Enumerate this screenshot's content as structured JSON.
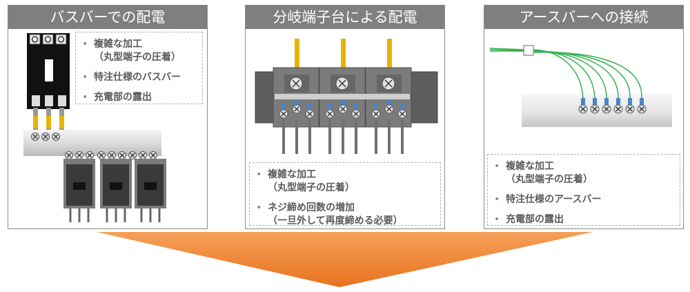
{
  "panels": [
    {
      "title": "バスバーでの配電",
      "notes": [
        {
          "line1": "複雑な加工",
          "line2": "（丸型端子の圧着）"
        },
        {
          "line1": "特注仕様のバスバー",
          "line2": ""
        },
        {
          "line1": "充電部の露出",
          "line2": ""
        }
      ]
    },
    {
      "title": "分岐端子台による配電",
      "notes": [
        {
          "line1": "複雑な加工",
          "line2": "（丸型端子の圧着）"
        },
        {
          "line1": "ネジ締め回数の増加",
          "line2": "（一旦外して再度締める必要）"
        }
      ]
    },
    {
      "title": "アースバーへの接続",
      "notes": [
        {
          "line1": "複雑な加工",
          "line2": "（丸型端子の圧着）"
        },
        {
          "line1": "特注仕様のアースバー",
          "line2": ""
        },
        {
          "line1": "充電部の露出",
          "line2": ""
        }
      ]
    }
  ],
  "colors": {
    "header_bg": "#7f7f7f",
    "arrow_top": "#f5a05a",
    "arrow_bottom": "#e8731e",
    "wire_yellow": "#e8b400",
    "wire_green": "#33b050",
    "terminal_blue": "#4a86c8"
  }
}
